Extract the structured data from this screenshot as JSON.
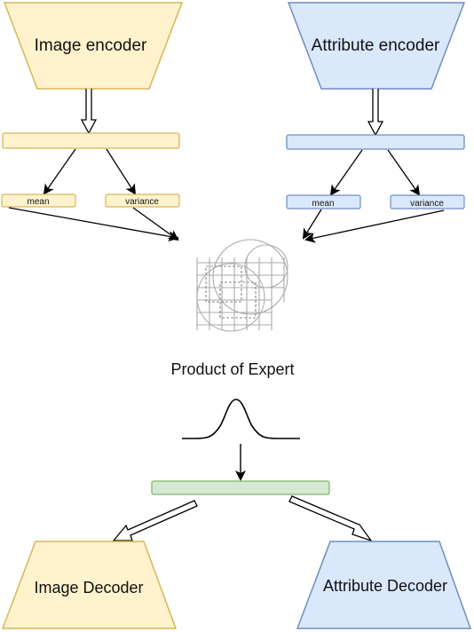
{
  "diagram": {
    "image_encoder": {
      "label": "Image encoder"
    },
    "attribute_encoder": {
      "label": "Attribute encoder"
    },
    "image_branch": {
      "mean_label": "mean",
      "variance_label": "variance"
    },
    "attribute_branch": {
      "mean_label": "mean",
      "variance_label": "variance"
    },
    "fusion": {
      "label": "Product of Expert"
    },
    "image_decoder": {
      "label": "Image Decoder"
    },
    "attribute_decoder": {
      "label": "Attribute Decoder"
    }
  },
  "colors": {
    "image_fill": "#fff2cc",
    "image_stroke": "#d6b656",
    "attribute_fill": "#dae8fc",
    "attribute_stroke": "#6c8ebf",
    "latent_fill": "#d5e8d4",
    "latent_stroke": "#82b366"
  }
}
